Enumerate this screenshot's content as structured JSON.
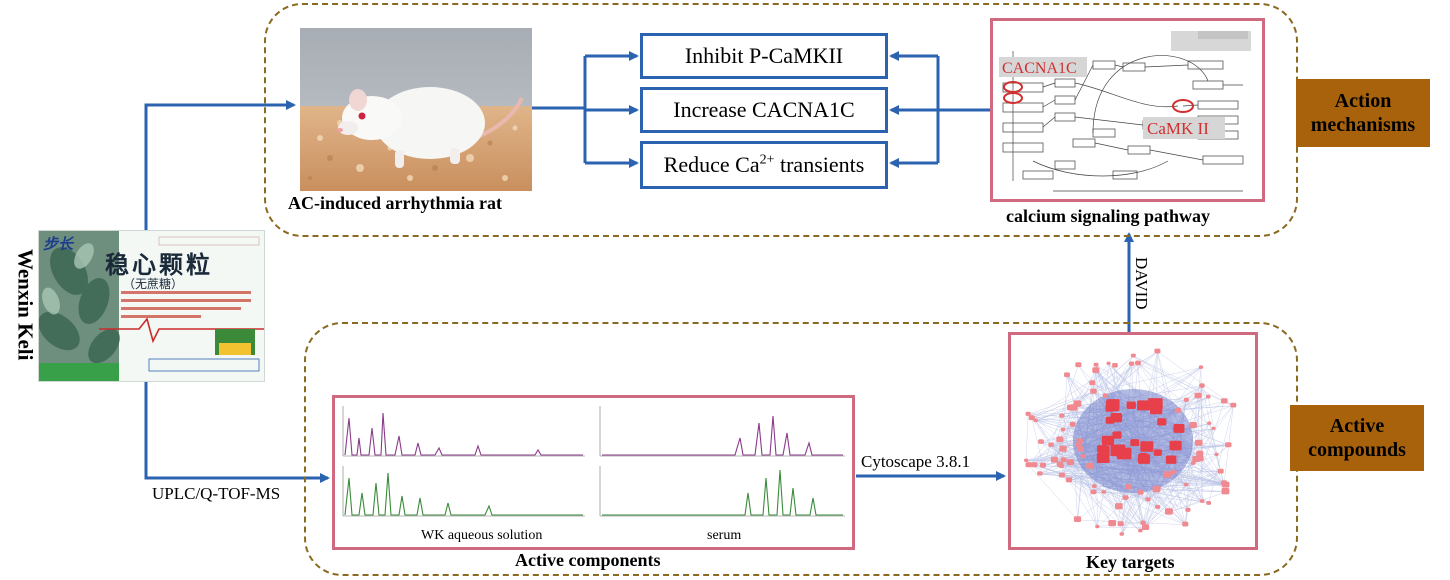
{
  "top_panel": {
    "rat_caption": "AC-induced arrhythmia rat",
    "effects": [
      {
        "text": "Inhibit P-CaMKII"
      },
      {
        "text": "Increase CACNA1C"
      },
      {
        "text": "Reduce Ca",
        "sup": "2+",
        "suffix": " transients"
      }
    ],
    "pathway": {
      "caption": "calcium signaling pathway",
      "label_left": "CACNA1C",
      "label_right": "CaMK II"
    },
    "side_label": "Action mechanisms"
  },
  "drug": {
    "vertical_label": "Wenxin Keli",
    "box_title": "稳心颗粒",
    "box_subtitle": "（无蔗糖）",
    "brand": "步长"
  },
  "arrows": {
    "david": "DAVID",
    "uplc": "UPLC/Q-TOF-MS",
    "cytoscape": "Cytoscape 3.8.1"
  },
  "bottom_panel": {
    "chromatogram": {
      "label_left": "WK aqueous solution",
      "label_right": "serum",
      "caption": "Active components"
    },
    "network_caption": "Key targets",
    "side_label": "Active compounds"
  },
  "colors": {
    "arrow_blue": "#2b63b0",
    "dashed_border": "#8a6a20",
    "frame_pink": "#d06a80",
    "label_bg": "#a8620c",
    "highlight_red": "#d03030"
  }
}
